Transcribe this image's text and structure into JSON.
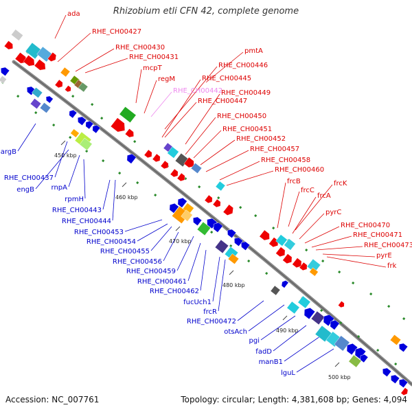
{
  "title": "Rhizobium etli CFN 42, complete genome",
  "accession": "Accession: NC_007761",
  "summary": "Topology: circular; Length: 4,381,608 bp; Genes: 4,094",
  "colors": {
    "forward_label": "#dd0000",
    "reverse_label": "#0000cc",
    "highlight_label": "#ee88ee",
    "backbone": "#888888",
    "forward_gene": "#ee0000",
    "reverse_gene": "#0000dd"
  },
  "ticks": [
    {
      "label": "450 kbp"
    },
    {
      "label": "460 kbp"
    },
    {
      "label": "470 kbp"
    },
    {
      "label": "480 kbp"
    },
    {
      "label": "490 kbp"
    },
    {
      "label": "500 kbp"
    }
  ],
  "forward_labels": [
    {
      "text": "ada"
    },
    {
      "text": "RHE_CH00427"
    },
    {
      "text": "RHE_CH00430"
    },
    {
      "text": "RHE_CH00431"
    },
    {
      "text": "pmtA"
    },
    {
      "text": "mcpT"
    },
    {
      "text": "RHE_CH00446"
    },
    {
      "text": "regM"
    },
    {
      "text": "RHE_CH00445"
    },
    {
      "text": "RHE_CH00442",
      "highlight": true
    },
    {
      "text": "RHE_CH00449"
    },
    {
      "text": "RHE_CH00447"
    },
    {
      "text": "RHE_CH00450"
    },
    {
      "text": "RHE_CH00451"
    },
    {
      "text": "RHE_CH00452"
    },
    {
      "text": "RHE_CH00457"
    },
    {
      "text": "RHE_CH00458"
    },
    {
      "text": "RHE_CH00460"
    },
    {
      "text": "frcB"
    },
    {
      "text": "frcK"
    },
    {
      "text": "frcC"
    },
    {
      "text": "frcA"
    },
    {
      "text": "pyrC"
    },
    {
      "text": "RHE_CH00470"
    },
    {
      "text": "RHE_CH00471"
    },
    {
      "text": "RHE_CH00473"
    },
    {
      "text": "pyrE"
    },
    {
      "text": "frk"
    }
  ],
  "reverse_labels": [
    {
      "text": "argB"
    },
    {
      "text": "RHE_CH00437"
    },
    {
      "text": "engB"
    },
    {
      "text": "rnpA"
    },
    {
      "text": "rpmH"
    },
    {
      "text": "RHE_CH00443"
    },
    {
      "text": "RHE_CH00444"
    },
    {
      "text": "RHE_CH00453"
    },
    {
      "text": "RHE_CH00454"
    },
    {
      "text": "RHE_CH00455"
    },
    {
      "text": "RHE_CH00456"
    },
    {
      "text": "RHE_CH00459"
    },
    {
      "text": "RHE_CH00461"
    },
    {
      "text": "RHE_CH00462"
    },
    {
      "text": "fucUch1"
    },
    {
      "text": "frcR"
    },
    {
      "text": "RHE_CH00472"
    },
    {
      "text": "otsAch"
    },
    {
      "text": "pgi"
    },
    {
      "text": "fadD"
    },
    {
      "text": "manB1"
    },
    {
      "text": "lguL"
    }
  ]
}
